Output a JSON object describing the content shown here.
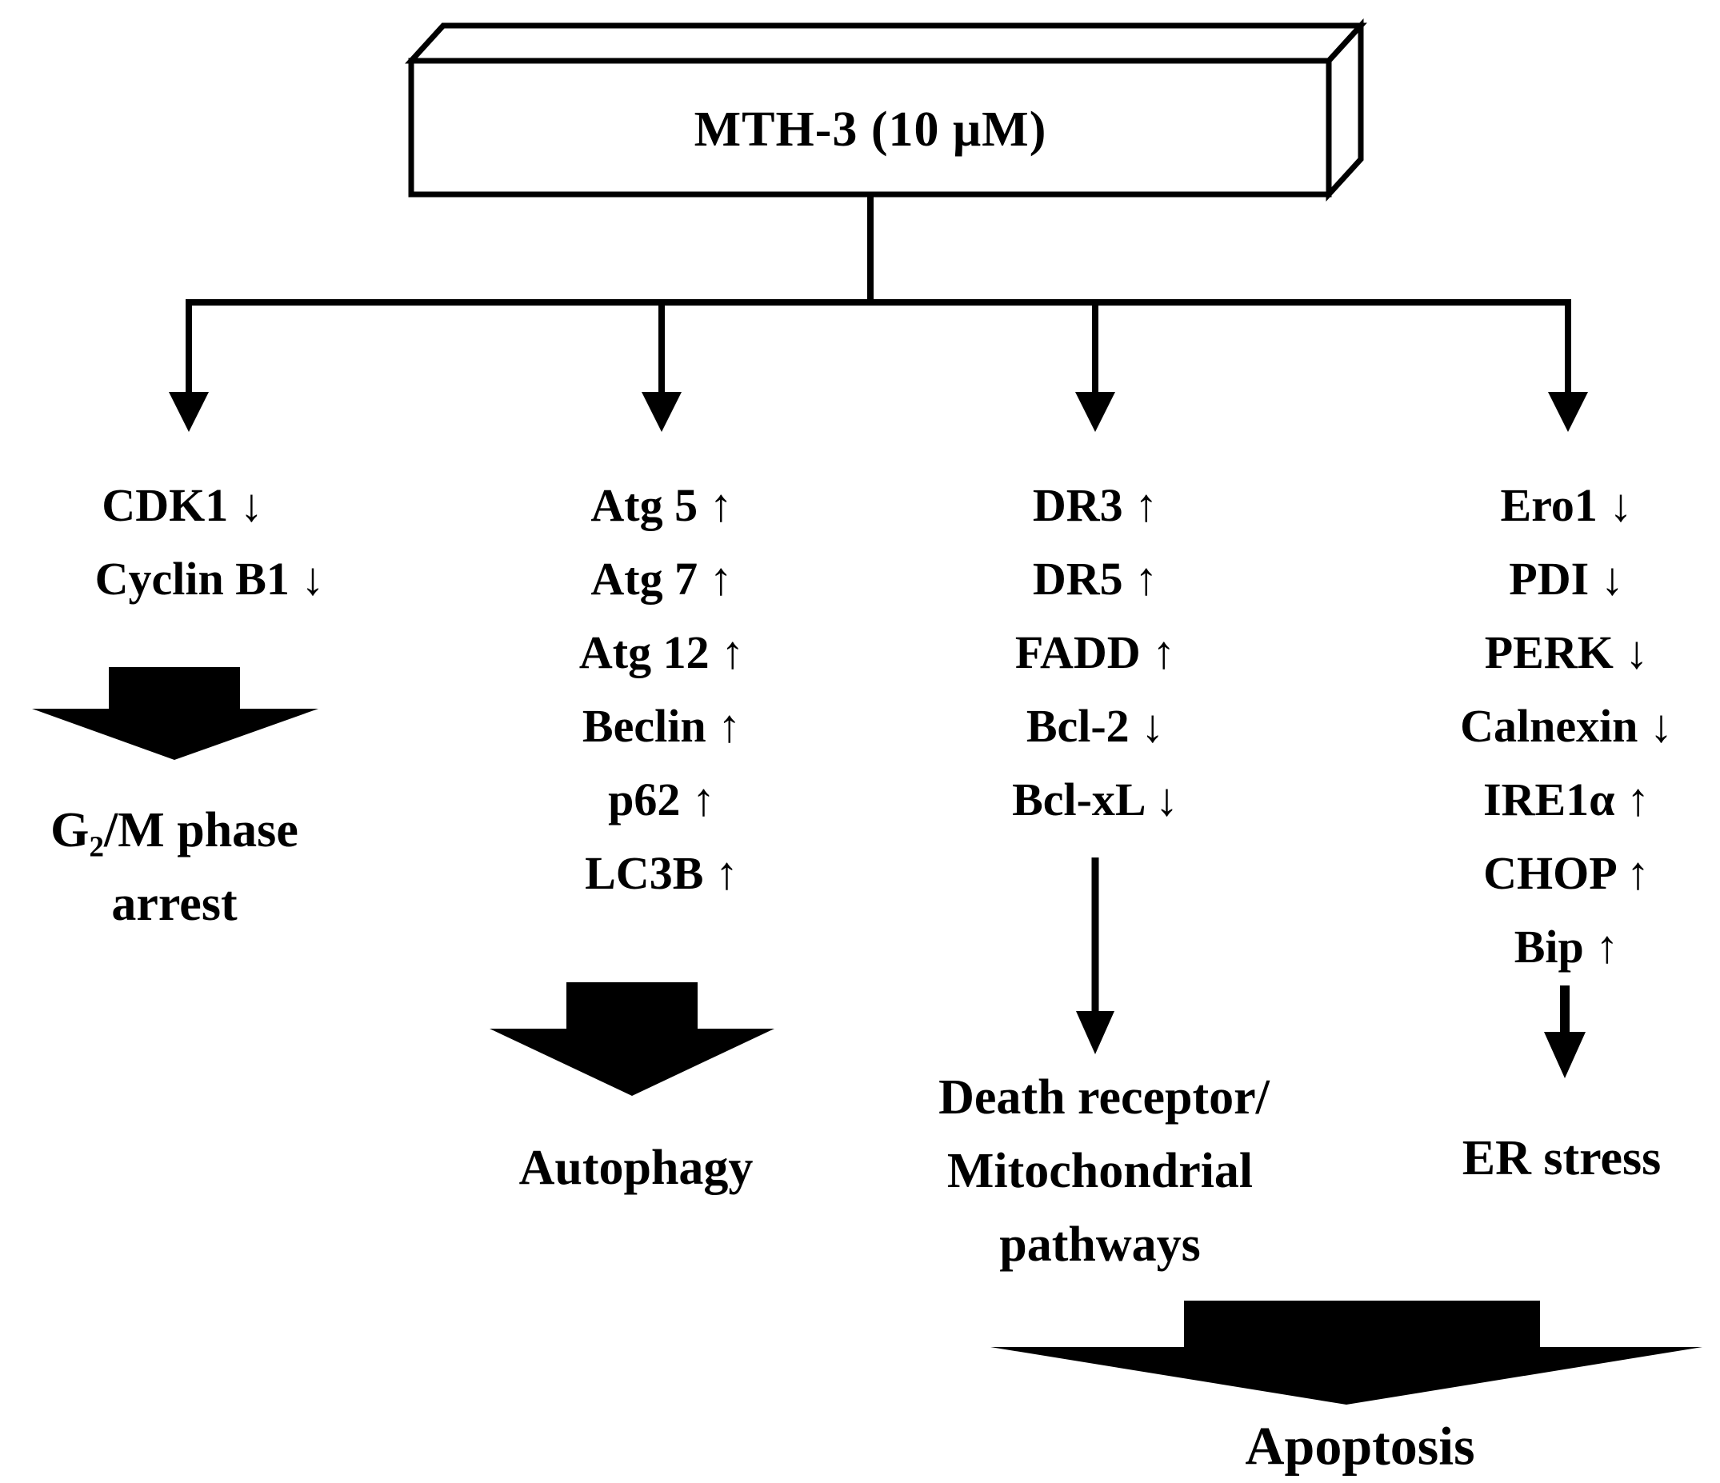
{
  "diagram": {
    "title": "MTH-3 (10 μM)",
    "branches": [
      {
        "name": "cell-cycle-arrest",
        "markers": [
          "CDK1 ↓",
          "Cyclin B1 ↓"
        ],
        "outcome": [
          "G₂/M phase",
          "arrest"
        ]
      },
      {
        "name": "autophagy",
        "markers": [
          "Atg 5 ↑",
          "Atg 7 ↑",
          "Atg 12 ↑",
          "Beclin ↑",
          "p62 ↑",
          "LC3B ↑"
        ],
        "outcome": [
          "Autophagy"
        ]
      },
      {
        "name": "death-receptor-mitochondrial",
        "markers": [
          "DR3 ↑",
          "DR5 ↑",
          "FADD ↑",
          "Bcl-2 ↓",
          "Bcl-xL ↓"
        ],
        "outcome": [
          "Death receptor/",
          "Mitochondrial",
          "pathways"
        ]
      },
      {
        "name": "er-stress",
        "markers": [
          "Ero1 ↓",
          "PDI ↓",
          "PERK ↓",
          "Calnexin ↓",
          "IRE1α ↑",
          "CHOP ↑",
          "Bip ↑"
        ],
        "outcome": [
          "ER stress"
        ]
      }
    ],
    "final_outcome": "Apoptosis",
    "colors": {
      "ink": "#000000",
      "background": "#ffffff"
    }
  }
}
